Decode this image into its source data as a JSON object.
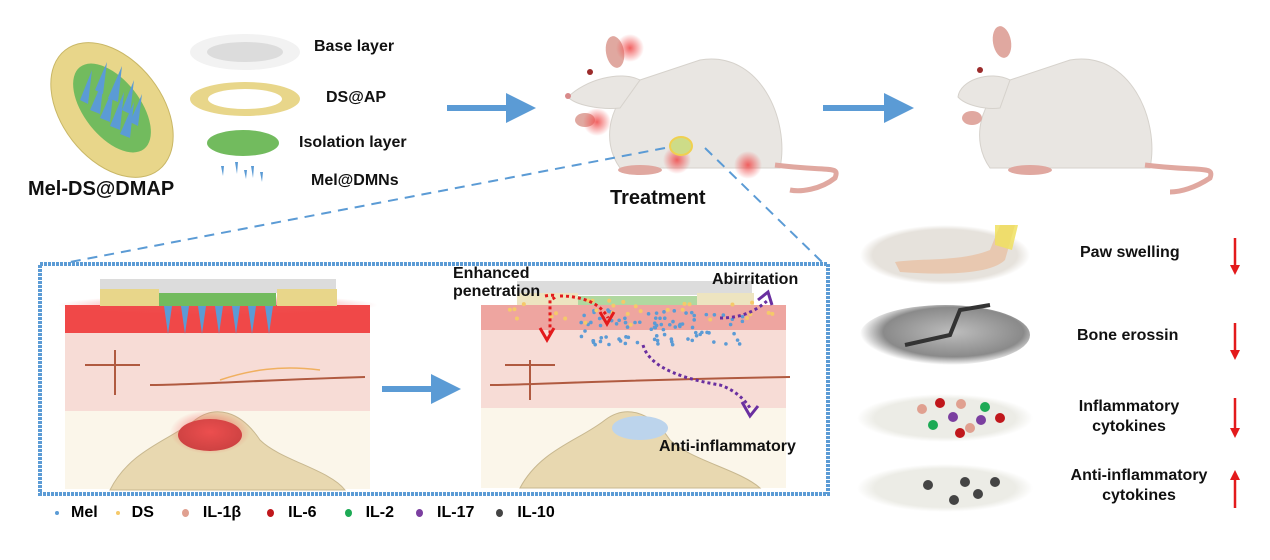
{
  "patch": {
    "title": "Mel-DS@DMAP",
    "layers": [
      {
        "label": "Base layer",
        "color": "#dcdcdc"
      },
      {
        "label": "DS@AP",
        "color": "#e8d68a"
      },
      {
        "label": "Isolation layer",
        "color": "#72bb5e"
      },
      {
        "label": "Mel@DMNs",
        "color": "#5b9bd5"
      }
    ]
  },
  "flow": {
    "treatment_label": "Treatment"
  },
  "mechanism": {
    "enhanced_penetration": "Enhanced\npenetration",
    "abirritation": "Abirritation",
    "anti_inflammatory": "Anti-inflammatory"
  },
  "outcomes": [
    {
      "label": "Paw swelling",
      "direction": "down",
      "icon": "arrow-down-icon"
    },
    {
      "label": "Bone erossin",
      "direction": "down",
      "icon": "arrow-down-icon"
    },
    {
      "label": "Inflammatory\ncytokines",
      "direction": "down",
      "icon": "arrow-down-icon"
    },
    {
      "label": "Anti-inflammatory\ncytokines",
      "direction": "up",
      "icon": "arrow-up-icon"
    }
  ],
  "legend": [
    {
      "label": "Mel",
      "color": "#5b9bd5"
    },
    {
      "label": "DS",
      "color": "#f5c96a"
    },
    {
      "label": "IL-1β",
      "color": "#e0a090"
    },
    {
      "label": "IL-6",
      "color": "#c0171c"
    },
    {
      "label": "IL-2",
      "color": "#1daa55"
    },
    {
      "label": "IL-17",
      "color": "#7b3fa0"
    },
    {
      "label": "IL-10",
      "color": "#444444"
    }
  ],
  "colors": {
    "arrow_blue": "#5b9bd5",
    "down_arrow": "#e31a1c",
    "inflammation": "#f06060",
    "purple_path": "#6a2fa0",
    "red_path": "#e31a1c"
  }
}
